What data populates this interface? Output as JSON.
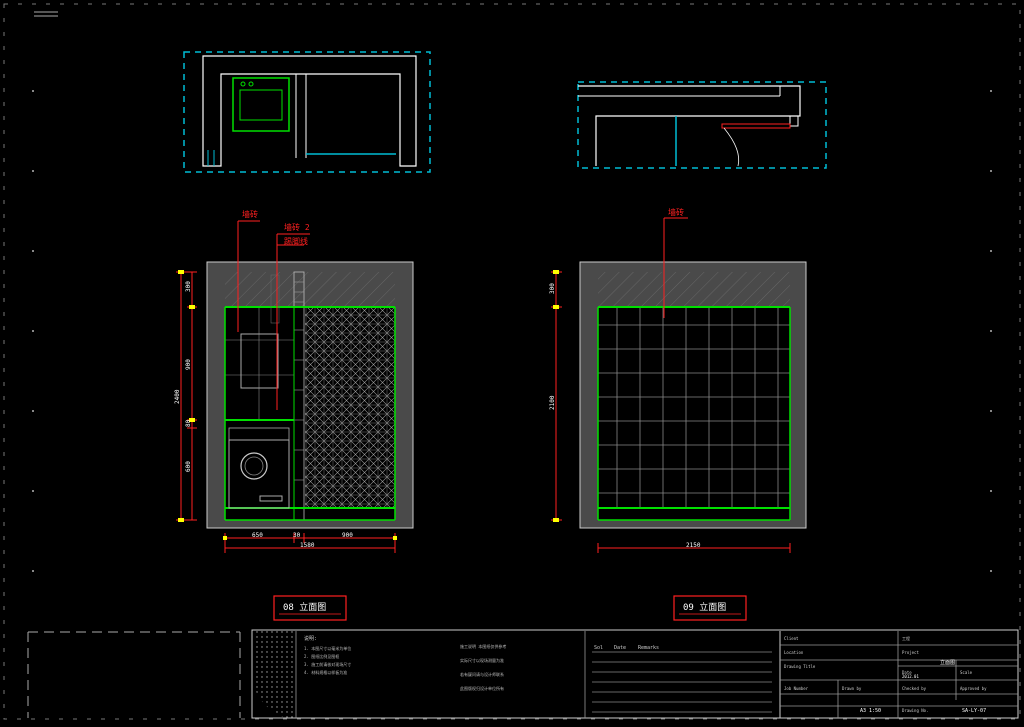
{
  "colors": {
    "background": "#000000",
    "white": "#ffffff",
    "cyan": "#00bcd4",
    "green": "#00e000",
    "red": "#ff2020",
    "gray": "#4a4a4a",
    "frame": "#bbbbbb"
  },
  "elevation_08": {
    "title": "08 立面图",
    "leaders": [
      "墙砖",
      "墙砖 2",
      "踢脚线"
    ],
    "vertical_dims": [
      "300",
      "900",
      "80",
      "600"
    ],
    "total_height": "2400",
    "horizontal_dims": [
      "650",
      "30",
      "900"
    ],
    "total_width": "1580"
  },
  "elevation_09": {
    "title": "09 立面图",
    "leaders": [
      "墙砖"
    ],
    "vertical_dims": [
      "300",
      "2100"
    ],
    "total_width": "2150"
  },
  "title_block": {
    "notes_heading": "说明:",
    "notes": [
      "1. 本图尺寸以毫米为单位",
      "2. 图纸比例见图框",
      "3. 施工前请核对现场尺寸",
      "4. 材料规格以样板为准"
    ],
    "mid_notes": [
      "施工说明 本图纸仅供参考",
      "实际尺寸以现场测量为准",
      "若有疑问请与设计师联系",
      "此图版权归设计单位所有"
    ],
    "revision_headers": [
      "Sol",
      "Date",
      "Remarks"
    ],
    "project_label": "工程",
    "project_name": "Project",
    "drawing_title_label": "Drawing Title",
    "drawing_title": "立面图",
    "date_label": "Date",
    "date_value": "2012.01",
    "scale_label": "Scale",
    "job_no_label": "Job Number",
    "drawn_by_label": "Drawn by",
    "checked_by_label": "Checked by",
    "approved_by_label": "Approved by",
    "drawing_no_label": "Drawing No.",
    "drawing_no": "SA-LY-07",
    "sheet_label": "A3 1:50",
    "client_label": "Client",
    "location_label": "Location"
  }
}
